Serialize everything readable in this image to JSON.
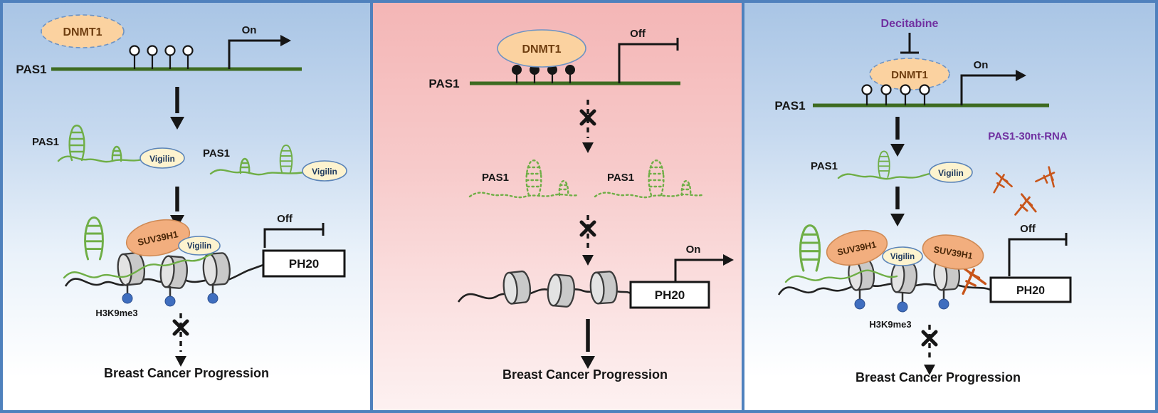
{
  "colors": {
    "panel_border": "#4f81bd",
    "panel_blue_top": "#a9c5e5",
    "panel_pink_top": "#f4b6b6",
    "dnmt1_fill": "#fbd2a0",
    "dnmt1_stroke": "#6d93c4",
    "dnmt1_text": "#6e3d0f",
    "gene_green": "#3e6b21",
    "rna_green": "#6fae46",
    "vigilin_fill": "#fdf3cf",
    "vigilin_stroke": "#5b84b8",
    "suv_fill": "#f2ae7e",
    "suv_stroke": "#cf8a55",
    "nucleosome_fill": "#c9c9c9",
    "nucleosome_face": "#e3e3e3",
    "h3k9_blue": "#3f6ebf",
    "purple": "#7030a0",
    "orange_rna": "#c8551a",
    "ink": "#161616"
  },
  "panel_left": {
    "dnmt1": "DNMT1",
    "gene": "PAS1",
    "on": "On",
    "rna1": "PAS1",
    "rna2": "PAS1",
    "vigilin": "Vigilin",
    "suv39h1": "SUV39H1",
    "off": "Off",
    "ph20": "PH20",
    "h3k9me3": "H3K9me3",
    "outcome": "Breast Cancer Progression"
  },
  "panel_middle": {
    "dnmt1": "DNMT1",
    "gene": "PAS1",
    "off": "Off",
    "rna1": "PAS1",
    "rna2": "PAS1",
    "on": "On",
    "ph20": "PH20",
    "outcome": "Breast Cancer Progression"
  },
  "panel_right": {
    "decitabine": "Decitabine",
    "dnmt1": "DNMT1",
    "gene": "PAS1",
    "on": "On",
    "pas1_30nt_rna": "PAS1-30nt-RNA",
    "rna1": "PAS1",
    "vigilin": "Vigilin",
    "suv39h1": "SUV39H1",
    "off": "Off",
    "ph20": "PH20",
    "h3k9me3": "H3K9me3",
    "outcome": "Breast Cancer Progression"
  }
}
